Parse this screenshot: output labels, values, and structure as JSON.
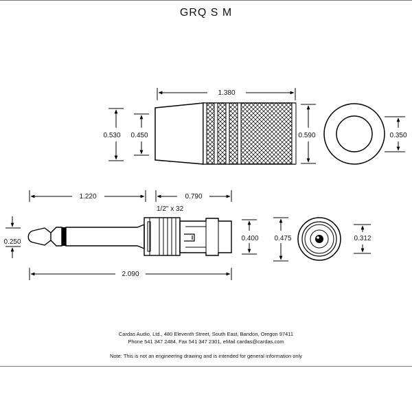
{
  "title": "GRQ S M",
  "thread_label": "1/2\" x 32",
  "dimensions": {
    "body_length": "1.380",
    "rear_dia": "0.530",
    "front_dia": "0.450",
    "knurl_dia": "0.590",
    "end_inner_dia": "0.350",
    "tip_length": "1.220",
    "body_length_2": "0.790",
    "tip_dia": "0.250",
    "sleeve_dia": "0.400",
    "face_outer_dia": "0.475",
    "face_inner_dia": "0.312",
    "overall_length": "2.090"
  },
  "footer": {
    "address_line1": "Cardas Audio, Ltd., 480 Eleventh Street, South East, Bandon, Oregon 97411",
    "address_line2": "Phone 541 347 2484, Fax 541 347 2301, eMail cardas@cardas.com",
    "note": "Note:  This is not an engineering drawing and is intended for general information only"
  }
}
